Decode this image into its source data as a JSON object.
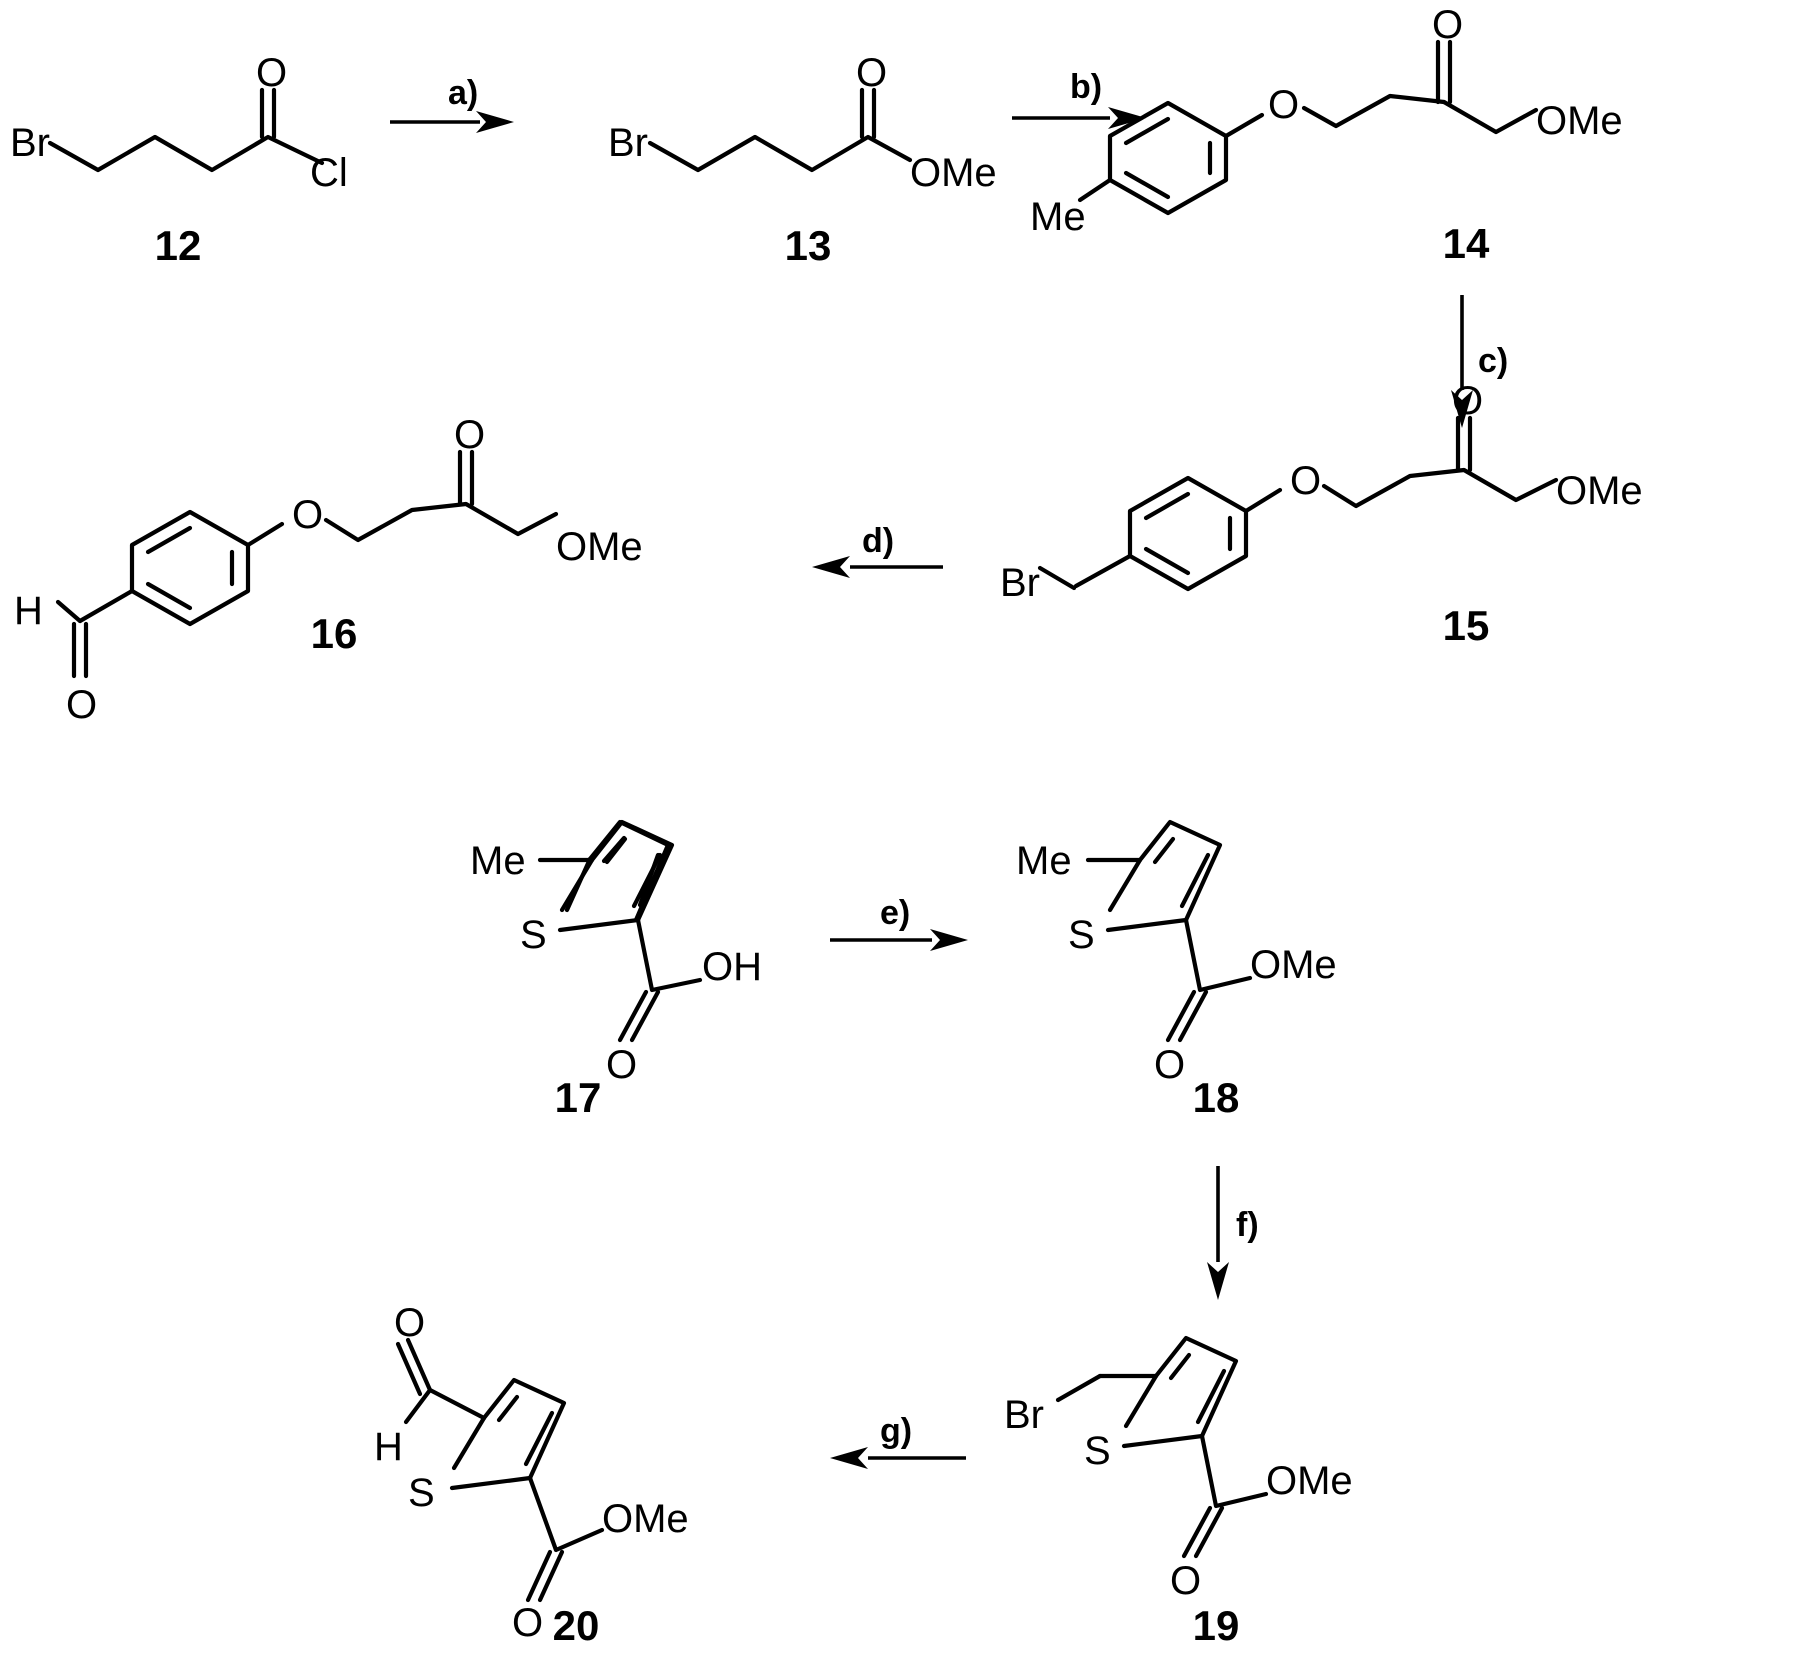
{
  "compounds": [
    {
      "id": "12",
      "atoms": {
        "br": "Br",
        "o": "O",
        "cl": "Cl"
      }
    },
    {
      "id": "13",
      "atoms": {
        "br": "Br",
        "o": "O",
        "ome": "OMe"
      }
    },
    {
      "id": "14",
      "atoms": {
        "o_ether": "O",
        "o": "O",
        "ome": "OMe",
        "me": "Me"
      }
    },
    {
      "id": "15",
      "atoms": {
        "o_ether": "O",
        "o": "O",
        "ome": "OMe",
        "br": "Br"
      }
    },
    {
      "id": "16",
      "atoms": {
        "o_ether": "O",
        "o": "O",
        "ome": "OMe",
        "h": "H",
        "o_ald": "O"
      }
    },
    {
      "id": "17",
      "atoms": {
        "me": "Me",
        "s": "S",
        "oh": "OH",
        "o": "O"
      }
    },
    {
      "id": "18",
      "atoms": {
        "me": "Me",
        "s": "S",
        "ome": "OMe",
        "o": "O"
      }
    },
    {
      "id": "19",
      "atoms": {
        "br": "Br",
        "s": "S",
        "ome": "OMe",
        "o": "O"
      }
    },
    {
      "id": "20",
      "atoms": {
        "o_ald": "O",
        "h": "H",
        "s": "S",
        "ome": "OMe",
        "o": "O"
      }
    }
  ],
  "steps": [
    "a)",
    "b)",
    "c)",
    "d)",
    "e)",
    "f)",
    "g)"
  ]
}
